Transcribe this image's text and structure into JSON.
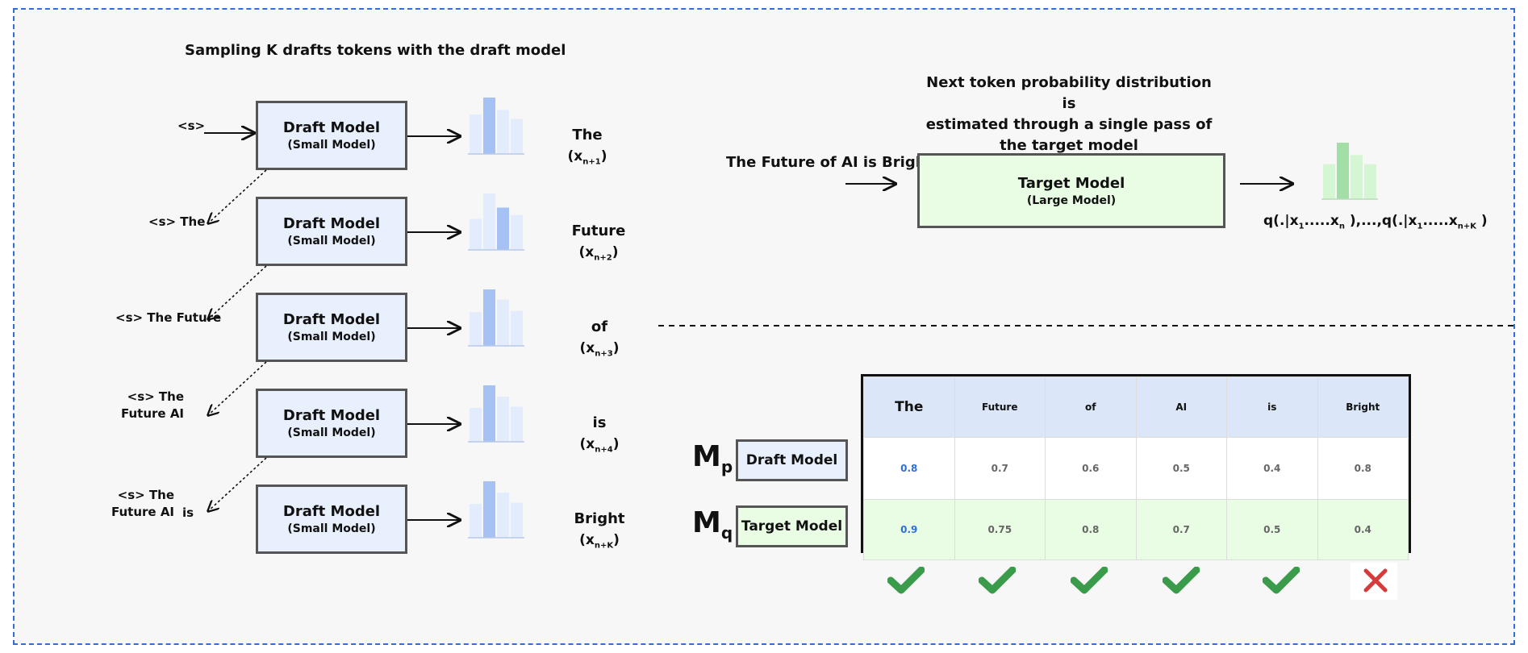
{
  "left": {
    "title": "Sampling K drafts tokens with the draft model",
    "draft_model": {
      "name": "Draft Model",
      "sub": "(Small Model)"
    },
    "rows": [
      {
        "context": "<s>",
        "token": "The",
        "idx": "n+1",
        "bars": [
          0.7,
          1.0,
          0.78,
          0.62
        ],
        "hi": 1
      },
      {
        "context": "<s>  The",
        "token": "Future",
        "idx": "n+2",
        "bars": [
          0.55,
          1.0,
          0.75,
          0.62
        ],
        "hi": 2
      },
      {
        "context": "<s>  The Future",
        "token": "of",
        "idx": "n+3",
        "bars": [
          0.6,
          1.0,
          0.82,
          0.62
        ],
        "hi": 1
      },
      {
        "context": "<s>  The\nFuture  AI",
        "token": "is",
        "idx": "n+4",
        "bars": [
          0.6,
          1.0,
          0.8,
          0.62
        ],
        "hi": 1
      },
      {
        "context": "<s>  The\nFuture AI",
        "token_extra": "is",
        "token": "Bright",
        "idx": "n+K",
        "bars": [
          0.6,
          1.0,
          0.8,
          0.62
        ],
        "hi": 1
      }
    ]
  },
  "right": {
    "title_lines": [
      "Next token probability distribution is",
      "estimated through a single pass of",
      "the target model"
    ],
    "input": "The Future of AI is Bright",
    "target_model": {
      "name": "Target Model",
      "sub": "(Large Model)"
    },
    "bars": [
      0.62,
      1.0,
      0.78,
      0.62
    ],
    "formula": {
      "a": "q(.|x",
      "b": ".....x",
      "c": " ),...,q(.|x",
      "d": ".....x",
      "e": " )",
      "s1": "1",
      "sn": "n",
      "snk": "n+K"
    }
  },
  "table": {
    "headers": [
      "The",
      "Future",
      "of",
      "AI",
      "is",
      "Bright"
    ],
    "mp_label": "M",
    "mp_sub": "p",
    "mq_label": "M",
    "mq_sub": "q",
    "draft_label": "Draft Model",
    "target_label": "Target Model",
    "p_values": [
      "0.8",
      "0.7",
      "0.6",
      "0.5",
      "0.4",
      "0.8"
    ],
    "q_values": [
      "0.9",
      "0.75",
      "0.8",
      "0.7",
      "0.5",
      "0.4"
    ],
    "accepted": [
      true,
      true,
      true,
      true,
      true,
      false
    ]
  },
  "colors": {
    "frame": "#2f6fd6",
    "draft_fill": "#e8f0fd",
    "target_fill": "#e9fde4",
    "bar_blue_hi": "#a6c1f4",
    "bar_blue_lo": "#e3ecfc",
    "bar_green_hi": "#a2dfa6",
    "bar_green_lo": "#d5f6d2",
    "check": "#3a9b4a",
    "cross": "#d63a3a"
  }
}
